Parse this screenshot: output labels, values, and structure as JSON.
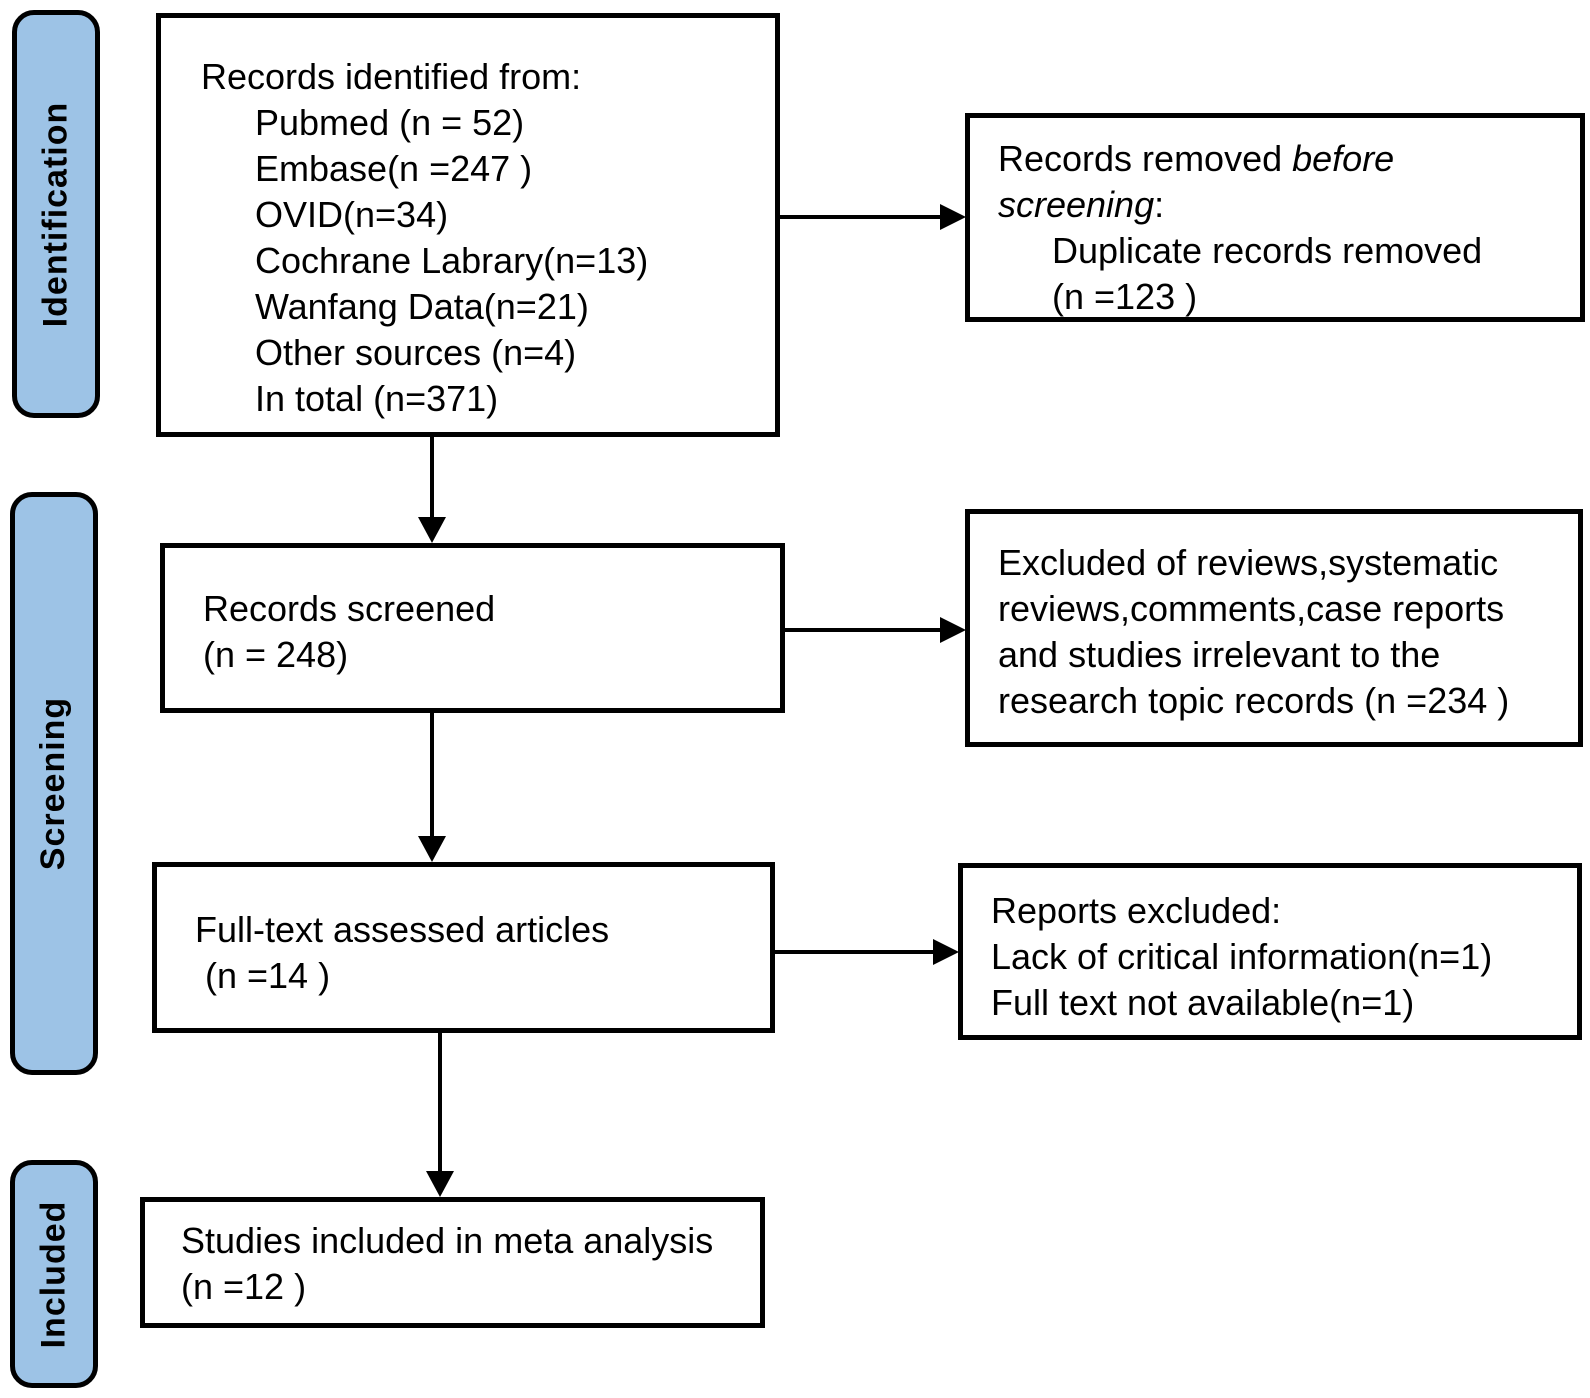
{
  "stages": {
    "identification": "Identification",
    "screening": "Screening",
    "included": "Included"
  },
  "boxes": {
    "identified": {
      "title": "Records identified from:",
      "items": [
        "Pubmed (n = 52)",
        "Embase(n =247 )",
        "OVID(n=34)",
        "Cochrane Labrary(n=13)",
        "Wanfang Data(n=21)",
        "Other sources (n=4)",
        "In total (n=371)"
      ]
    },
    "removed_before_screening": {
      "line1_normal": "Records removed ",
      "line1_italic": "before",
      "line2_italic": "screening",
      "line2_normal": ":",
      "items": [
        "Duplicate records removed",
        "(n =123 )"
      ]
    },
    "screened": {
      "lines": [
        "Records screened",
        "(n = 248)"
      ]
    },
    "excluded_screening": {
      "lines": [
        "Excluded of reviews,systematic",
        "reviews,comments,case reports",
        "and studies irrelevant to the",
        "research topic records (n =234 )"
      ]
    },
    "fulltext": {
      "lines": [
        "Full-text assessed articles",
        " (n =14 )"
      ]
    },
    "reports_excluded": {
      "lines": [
        "Reports excluded:",
        "Lack of critical information(n=1)",
        "Full text not available(n=1)"
      ]
    },
    "included_studies": {
      "lines": [
        "Studies included in meta analysis",
        "(n =12 )"
      ]
    }
  },
  "colors": {
    "band_fill": "#9dc3e6",
    "border": "#000000",
    "text": "#000000",
    "background": "#ffffff"
  }
}
